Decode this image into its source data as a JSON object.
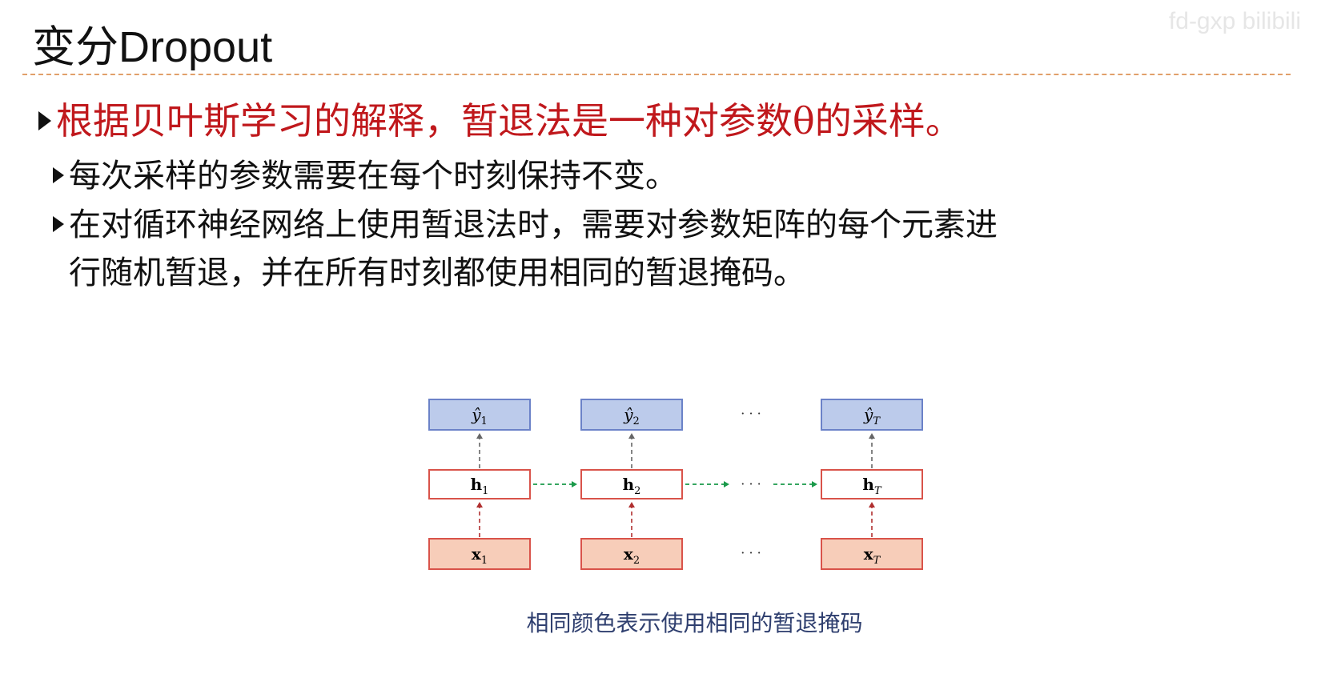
{
  "slide": {
    "title": "变分Dropout",
    "watermark": "fd-gxp bilibili"
  },
  "bullets": [
    {
      "text": "根据贝叶斯学习的解释，暂退法是一种对参数θ的采样。"
    },
    {
      "text": "每次采样的参数需要在每个时刻保持不变。"
    },
    {
      "line1": "在对循环神经网络上使用暂退法时，需要对参数矩阵的每个元素进",
      "line2": "行随机暂退，并在所有时刻都使用相同的暂退掩码。"
    }
  ],
  "diagram": {
    "outputs": [
      {
        "base": "ŷ",
        "sub": "1"
      },
      {
        "base": "ŷ",
        "sub": "2"
      },
      {
        "base": "ŷ",
        "sub": "T"
      }
    ],
    "hiddens": [
      {
        "base": "h",
        "sub": "1"
      },
      {
        "base": "h",
        "sub": "2"
      },
      {
        "base": "h",
        "sub": "T"
      }
    ],
    "inputs": [
      {
        "base": "x",
        "sub": "1"
      },
      {
        "base": "x",
        "sub": "2"
      },
      {
        "base": "x",
        "sub": "T"
      }
    ],
    "ellipsis": "· · ·",
    "colors": {
      "output_fill": "#bccbeb",
      "output_stroke": "#6b82c8",
      "hidden_fill": "#ffffff",
      "hidden_stroke": "#d9534a",
      "input_fill": "#f7cdb9",
      "input_stroke": "#d9534a",
      "arrow_up_output": "#666666",
      "arrow_up_input": "#b03030",
      "arrow_recurrent": "#1a9a4a"
    }
  },
  "caption": "相同颜色表示使用相同的暂退掩码"
}
